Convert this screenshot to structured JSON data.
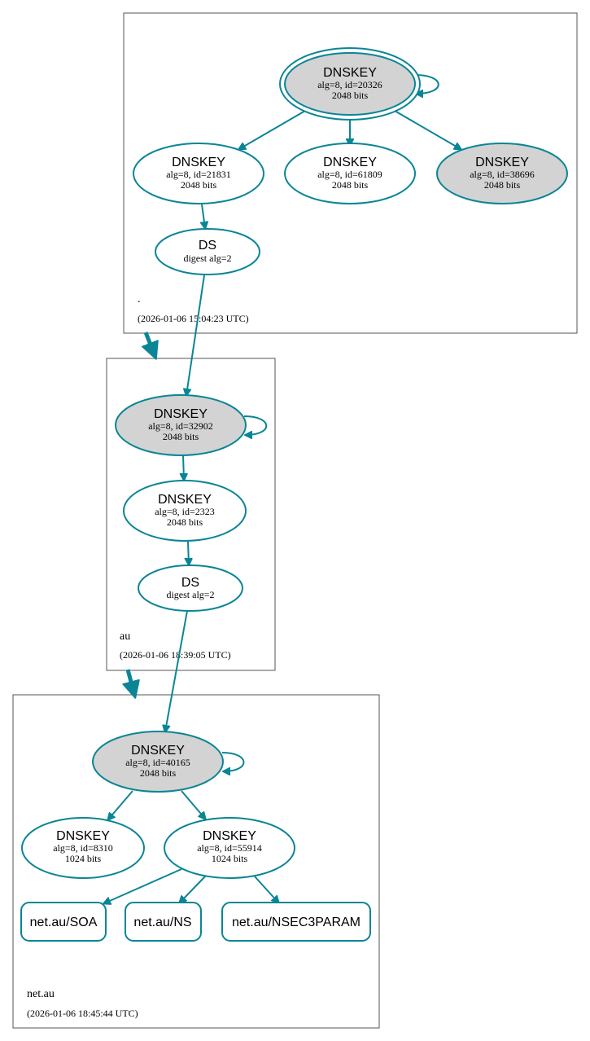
{
  "zones": {
    "root": {
      "label": ".",
      "timestamp": "(2026-01-06 15:04:23 UTC)"
    },
    "au": {
      "label": "au",
      "timestamp": "(2026-01-06 18:39:05 UTC)"
    },
    "netau": {
      "label": "net.au",
      "timestamp": "(2026-01-06 18:45:44 UTC)"
    }
  },
  "nodes": {
    "root_ksk": {
      "title": "DNSKEY",
      "line1": "alg=8, id=20326",
      "line2": "2048 bits"
    },
    "root_zsk1": {
      "title": "DNSKEY",
      "line1": "alg=8, id=21831",
      "line2": "2048 bits"
    },
    "root_zsk2": {
      "title": "DNSKEY",
      "line1": "alg=8, id=61809",
      "line2": "2048 bits"
    },
    "root_ksk2": {
      "title": "DNSKEY",
      "line1": "alg=8, id=38696",
      "line2": "2048 bits"
    },
    "root_ds": {
      "title": "DS",
      "line1": "digest alg=2"
    },
    "au_ksk": {
      "title": "DNSKEY",
      "line1": "alg=8, id=32902",
      "line2": "2048 bits"
    },
    "au_zsk": {
      "title": "DNSKEY",
      "line1": "alg=8, id=2323",
      "line2": "2048 bits"
    },
    "au_ds": {
      "title": "DS",
      "line1": "digest alg=2"
    },
    "netau_ksk": {
      "title": "DNSKEY",
      "line1": "alg=8, id=40165",
      "line2": "2048 bits"
    },
    "netau_zsk1": {
      "title": "DNSKEY",
      "line1": "alg=8, id=8310",
      "line2": "1024 bits"
    },
    "netau_zsk2": {
      "title": "DNSKEY",
      "line1": "alg=8, id=55914",
      "line2": "1024 bits"
    },
    "rr_soa": {
      "label": "net.au/SOA"
    },
    "rr_ns": {
      "label": "net.au/NS"
    },
    "rr_nsec3param": {
      "label": "net.au/NSEC3PARAM"
    }
  },
  "colors": {
    "edge": "#0a8596",
    "ksk_fill": "#d3d3d3",
    "zone_border": "#555555"
  }
}
